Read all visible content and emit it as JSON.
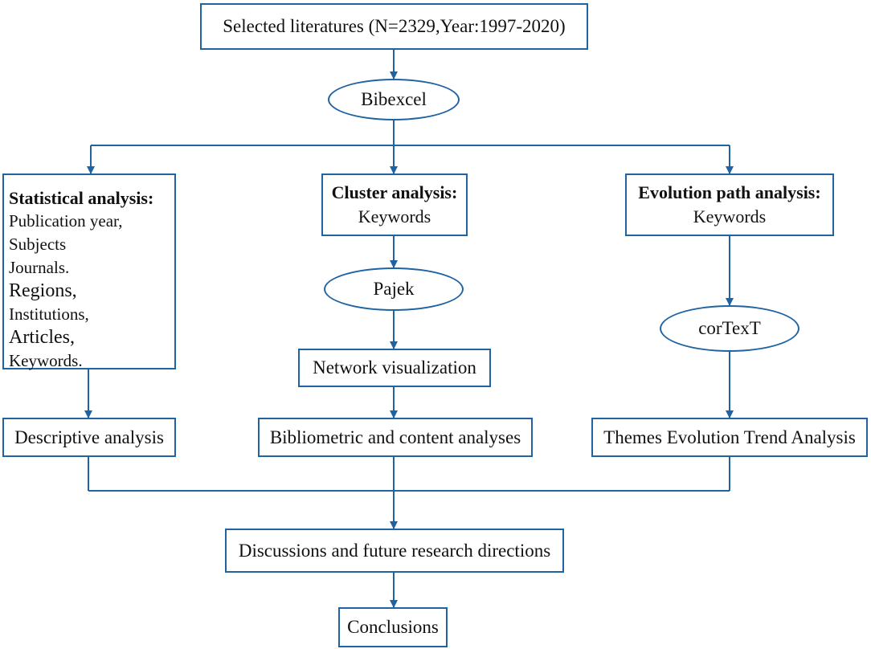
{
  "nodes": {
    "selected": "Selected literatures (N=2329,Year:1997-2020)",
    "bibexcel": "Bibexcel",
    "statistical": {
      "heading": "Statistical analysis:",
      "items": [
        "Publication year,",
        "Subjects",
        "Journals.",
        "Regions,",
        "Institutions,",
        "Articles,",
        "Keywords."
      ]
    },
    "cluster": {
      "heading": "Cluster analysis:",
      "sub": "Keywords"
    },
    "evolution": {
      "heading": "Evolution path analysis:",
      "sub": "Keywords"
    },
    "pajek": "Pajek",
    "cortext": "corTexT",
    "network": "Network visualization",
    "descriptive": "Descriptive analysis",
    "bibliometric": "Bibliometric and content analyses",
    "themes": "Themes Evolution Trend Analysis",
    "discussions": "Discussions and future research directions",
    "conclusions": "Conclusions"
  },
  "colors": {
    "stroke": "#1f63a3",
    "text": "#111111",
    "background": "#ffffff"
  }
}
